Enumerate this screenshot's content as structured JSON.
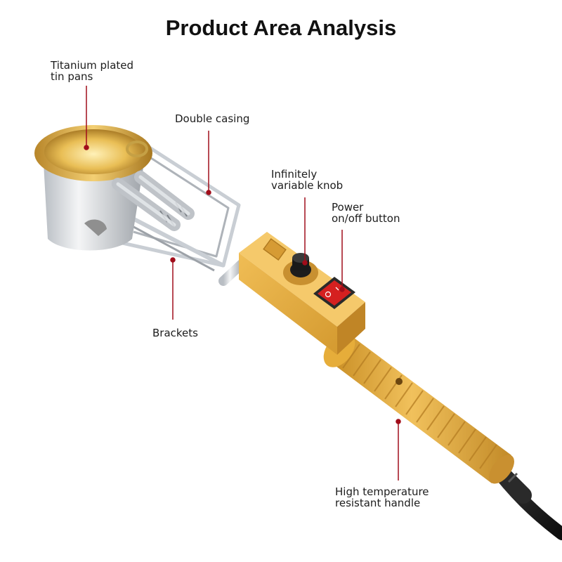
{
  "title": "Product Area Analysis",
  "colors": {
    "leader": "#a10d1a",
    "handle": "#e6ad3a",
    "pan_gold": "#d9a63e",
    "metal": "#d9dde2"
  },
  "labels": {
    "tin_pans": {
      "line1": "Titanium plated",
      "line2": "tin pans"
    },
    "double_casing": {
      "line1": "Double casing"
    },
    "knob": {
      "line1": "Infinitely",
      "line2": "variable knob"
    },
    "power_button": {
      "line1": "Power",
      "line2": "on/off button"
    },
    "brackets": {
      "line1": "Brackets"
    },
    "handle": {
      "line1": "High temperature",
      "line2": "resistant handle"
    }
  }
}
